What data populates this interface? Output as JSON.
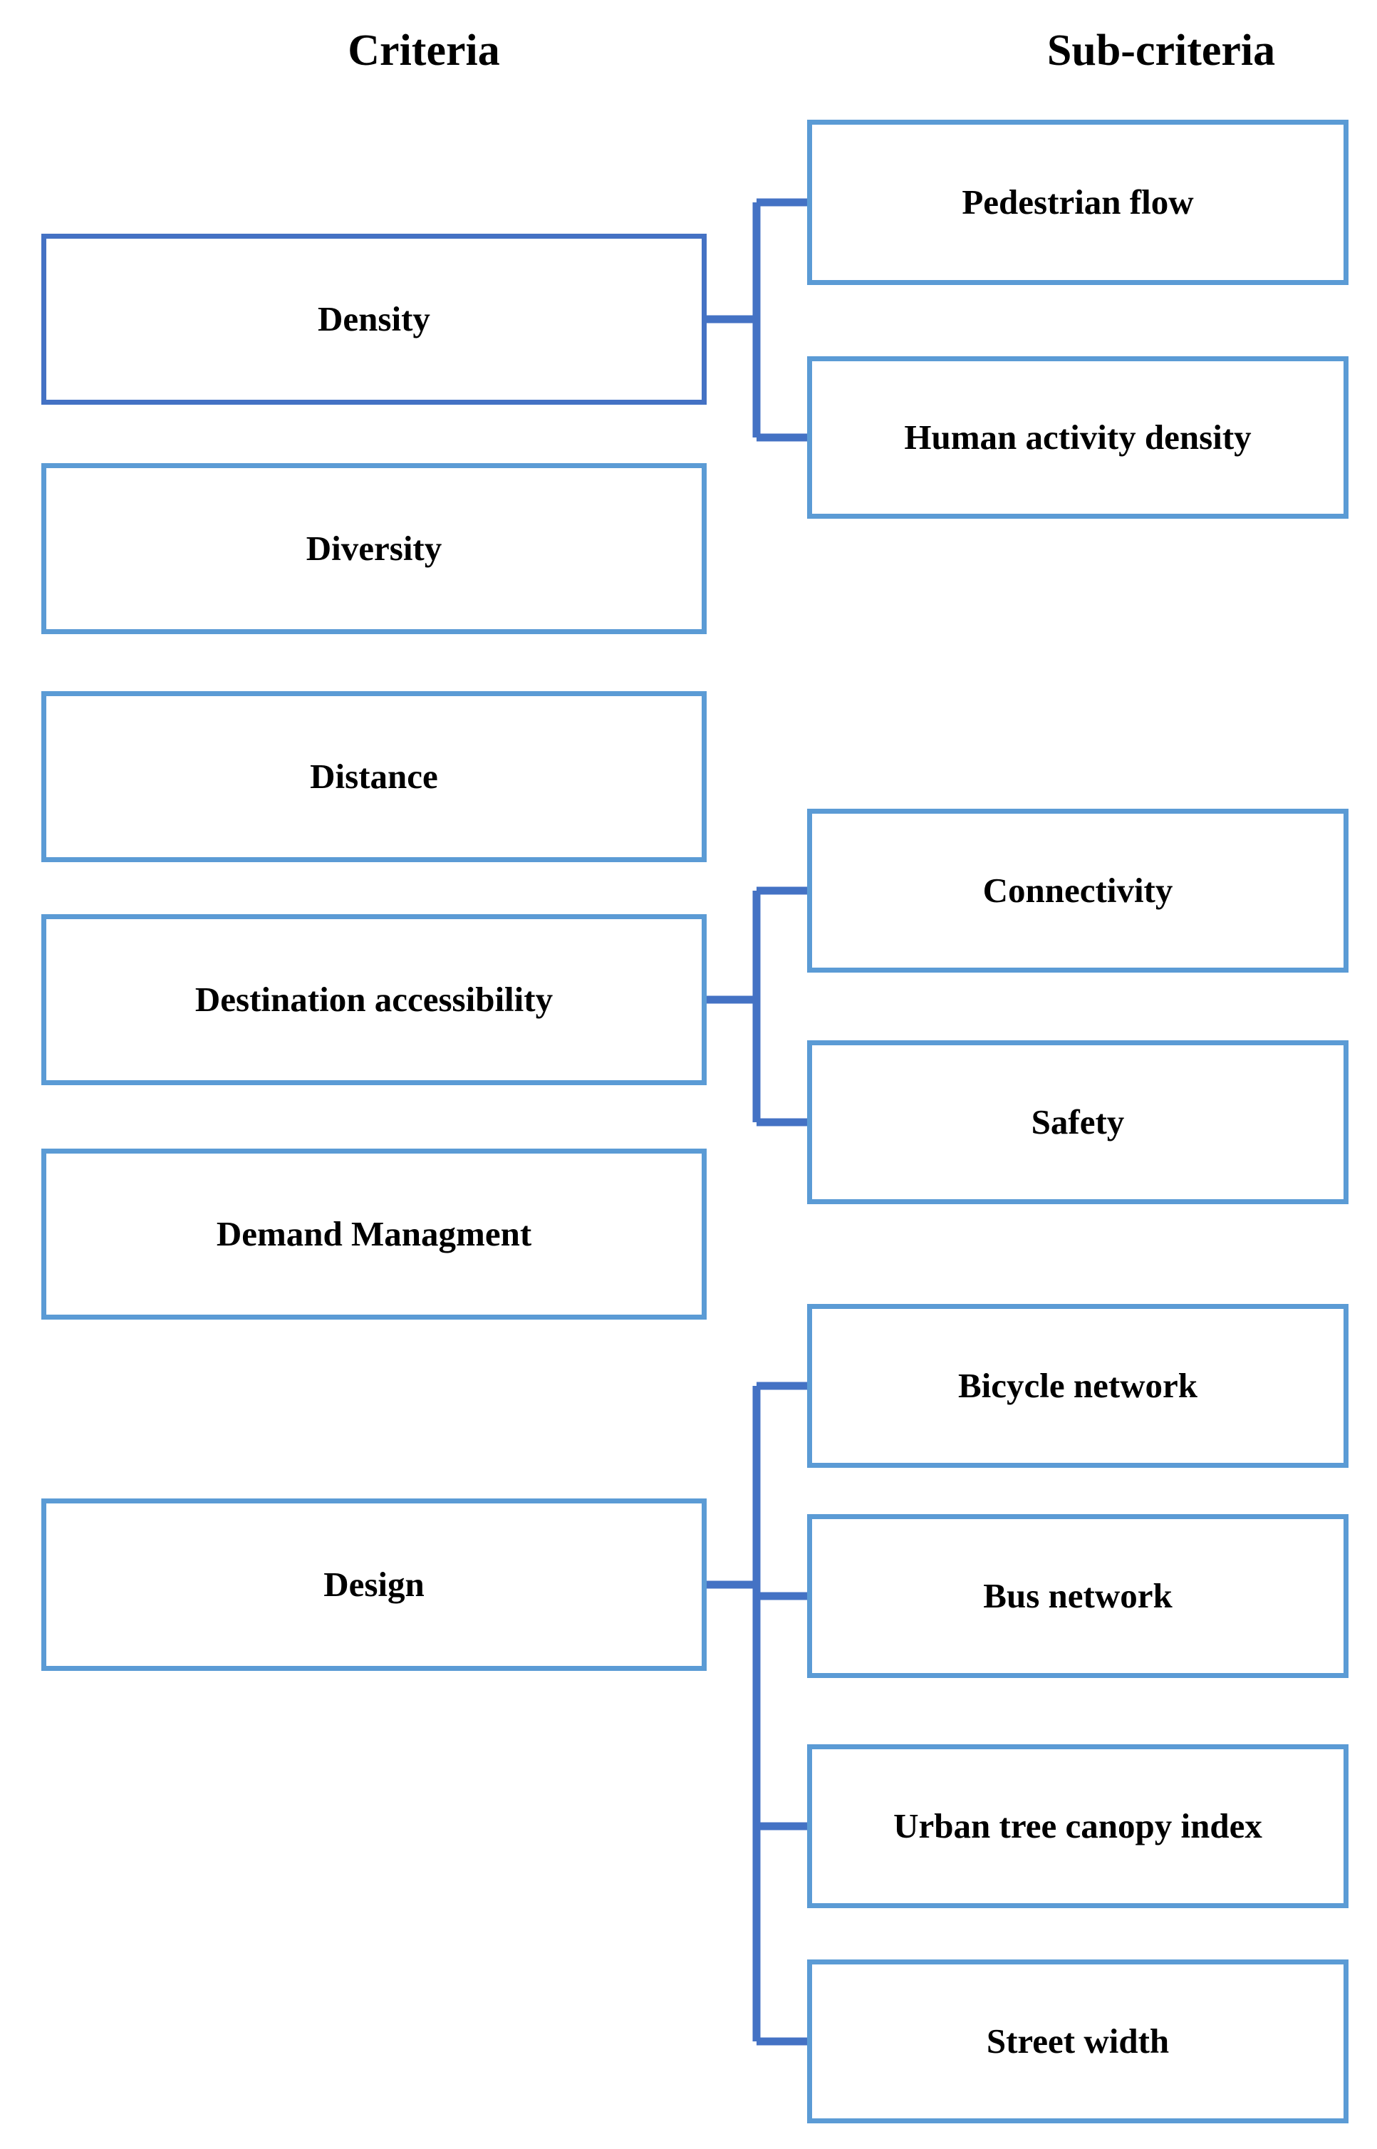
{
  "diagram": {
    "type": "hierarchy-tree",
    "orientation": "left-to-right",
    "headers": {
      "left": "Criteria",
      "right": "Sub-criteria"
    },
    "colors": {
      "box_border": "#5B9BD5",
      "accent_border": "#4472C4",
      "connector": "#4472C4",
      "box_fill": "#FFFFFF",
      "text": "#000000"
    },
    "criteria": [
      {
        "id": "density",
        "label": "Density",
        "accent": true,
        "sub_count": 2
      },
      {
        "id": "diversity",
        "label": "Diversity",
        "accent": false,
        "sub_count": 0
      },
      {
        "id": "distance",
        "label": "Distance",
        "accent": false,
        "sub_count": 0
      },
      {
        "id": "destination",
        "label": "Destination accessibility",
        "accent": false,
        "sub_count": 2
      },
      {
        "id": "demand",
        "label": "Demand Managment",
        "accent": false,
        "sub_count": 0
      },
      {
        "id": "design",
        "label": "Design",
        "accent": false,
        "sub_count": 4
      }
    ],
    "subcriteria": [
      {
        "id": "pedestrian-flow",
        "label": "Pedestrian flow",
        "parent": "density"
      },
      {
        "id": "human-activity-density",
        "label": "Human activity density",
        "parent": "density"
      },
      {
        "id": "connectivity",
        "label": "Connectivity",
        "parent": "destination"
      },
      {
        "id": "safety",
        "label": "Safety",
        "parent": "destination"
      },
      {
        "id": "bicycle-network",
        "label": "Bicycle network",
        "parent": "design"
      },
      {
        "id": "bus-network",
        "label": "Bus network",
        "parent": "design"
      },
      {
        "id": "urban-tree-canopy-index",
        "label": "Urban tree canopy index",
        "parent": "design"
      },
      {
        "id": "street-width",
        "label": "Street width",
        "parent": "design"
      }
    ]
  }
}
